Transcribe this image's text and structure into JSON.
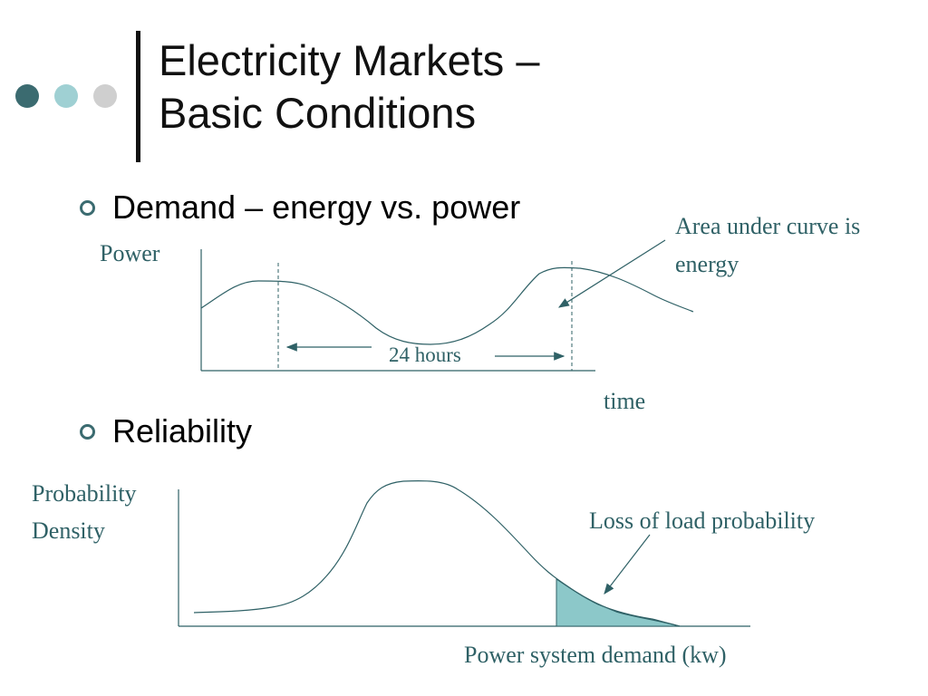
{
  "slide": {
    "title_line1": "Electricity Markets –",
    "title_line2": "Basic Conditions"
  },
  "bullets": [
    {
      "text": "Demand – energy vs. power"
    },
    {
      "text": "Reliability"
    }
  ],
  "demand_chart": {
    "ylabel": "Power",
    "xlabel": "time",
    "span_label": "24 hours",
    "annotation": [
      "Area under curve is",
      "energy"
    ]
  },
  "reliability_chart": {
    "ylabel": [
      "Probability",
      "Density"
    ],
    "xlabel": "Power system demand (kw)",
    "annotation": "Loss of load probability"
  },
  "colors": {
    "dot_dark": "#3b6b70",
    "dot_light": "#9fd0d3",
    "dot_grey": "#cfcfcf",
    "text_teal": "#2f6166",
    "shade": "#8cc8c9"
  }
}
